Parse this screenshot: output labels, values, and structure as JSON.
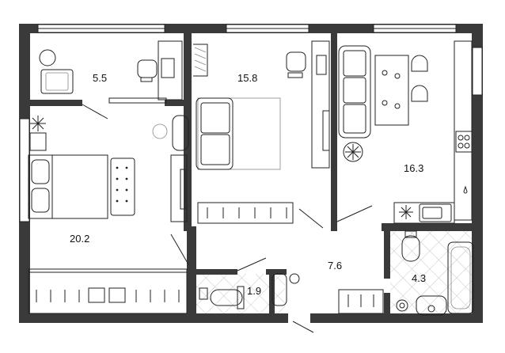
{
  "rooms": [
    {
      "id": "office",
      "area": "5.5"
    },
    {
      "id": "bedroom",
      "area": "15.8"
    },
    {
      "id": "kitchen-living",
      "area": "16.3"
    },
    {
      "id": "living-room",
      "area": "20.2"
    },
    {
      "id": "hallway",
      "area": "7.6"
    },
    {
      "id": "bathroom",
      "area": "4.3"
    },
    {
      "id": "toilet",
      "area": "1.9"
    }
  ],
  "colors": {
    "wall": "#3a3a3a",
    "line": "#222222",
    "hatch": "#9a9a9a",
    "background": "#ffffff"
  }
}
